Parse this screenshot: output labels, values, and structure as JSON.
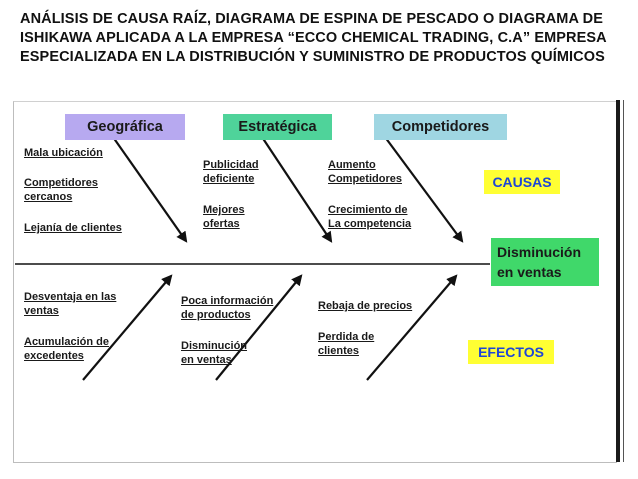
{
  "title": "ANÁLISIS DE CAUSA RAÍZ,  DIAGRAMA DE ESPINA DE PESCADO O DIAGRAMA DE ISHIKAWA APLICADA A  LA EMPRESA “ECCO CHEMICAL TRADING, C.A”  EMPRESA  ESPECIALIZADA EN LA DISTRIBUCIÓN Y SUMINISTRO DE PRODUCTOS QUÍMICOS",
  "categories": {
    "geografica": "Geográfica",
    "estrategica": "Estratégica",
    "competidores": "Competidores"
  },
  "effect": {
    "line1": "Disminución",
    "line2": "en ventas"
  },
  "causas_label": "CAUSAS",
  "efectos_label": "EFECTOS",
  "causes": {
    "mala_ubicacion": "Mala ubicación",
    "competidores_cercanos_1": "Competidores",
    "competidores_cercanos_2": "cercanos",
    "lejania": "Lejanía de clientes",
    "publicidad_1": "Publicidad",
    "publicidad_2": "deficiente",
    "mejores_1": "Mejores",
    "mejores_2": "ofertas",
    "aumento_1": "Aumento",
    "aumento_2": "Competidores",
    "crecimiento_1": "Crecimiento de",
    "crecimiento_2": "La competencia"
  },
  "effects": {
    "desventaja_1": "Desventaja en las",
    "desventaja_2": "ventas",
    "acumulacion_1": "Acumulación de",
    "acumulacion_2": "excedentes",
    "poca_1": "Poca información",
    "poca_2": "de productos",
    "disminucion_1": "Disminución",
    "disminucion_2": "en ventas",
    "rebaja": "Rebaja de precios",
    "perdida_1": "Perdida de",
    "perdida_2": "clientes"
  },
  "colors": {
    "geografica_bg": "#b7a9f0",
    "estrategica_bg": "#4fd39a",
    "competidores_bg": "#9fd6e2",
    "effect_bg": "#40d86a",
    "causas_bg": "#ffff33",
    "causas_text": "#1e46d6",
    "efectos_bg": "#ffff33",
    "efectos_text": "#1e46d6"
  }
}
